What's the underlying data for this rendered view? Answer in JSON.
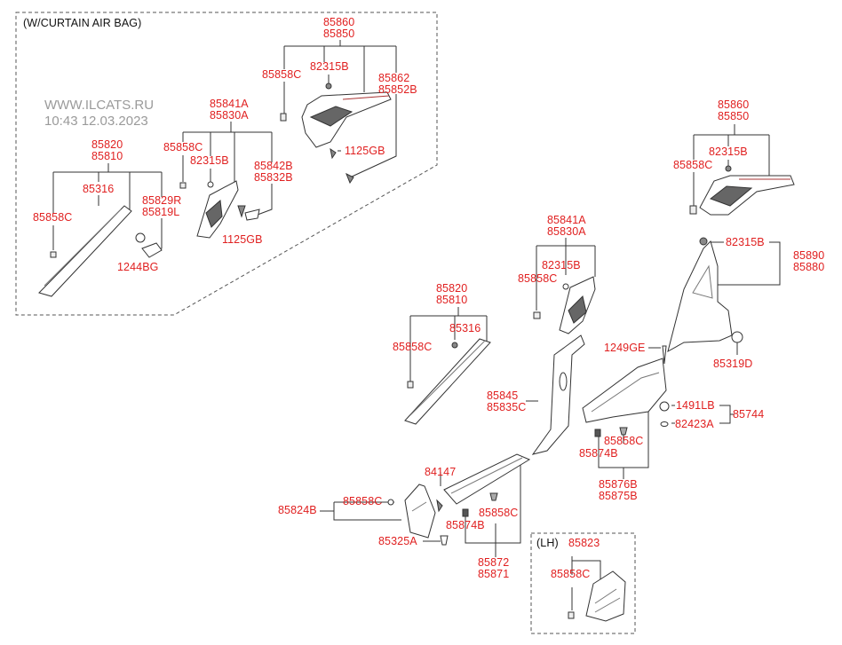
{
  "watermark": {
    "line1": "WWW.ILCATS.RU",
    "line2": "10:43 12.03.2023"
  },
  "boxes": {
    "curtain": "(W/CURTAIN AIR BAG)",
    "lh": "(LH)"
  },
  "labels": {
    "c_85860": "85860",
    "c_85850": "85850",
    "c_85858C_a": "85858C",
    "c_82315B_a": "82315B",
    "c_85862": "85862",
    "c_85852B": "85852B",
    "c_1125GB_a": "1125GB",
    "c_85841A": "85841A",
    "c_85830A": "85830A",
    "c_85858C_b": "85858C",
    "c_82315B_b": "82315B",
    "c_85842B": "85842B",
    "c_85832B": "85832B",
    "c_1125GB_b": "1125GB",
    "c_85820": "85820",
    "c_85810": "85810",
    "c_85316": "85316",
    "c_85858C_c": "85858C",
    "c_85829R": "85829R",
    "c_85819L": "85819L",
    "c_1244BG": "1244BG",
    "r_85860": "85860",
    "r_85850": "85850",
    "r_82315B_a": "82315B",
    "r_85858C_a": "85858C",
    "r_82315B_b": "82315B",
    "r_85890": "85890",
    "r_85880": "85880",
    "r_1249GE": "1249GE",
    "r_85319D": "85319D",
    "r_1491LB": "1491LB",
    "r_82423A": "82423A",
    "r_85744": "85744",
    "r_85841A": "85841A",
    "r_85830A": "85830A",
    "r_82315B_c": "82315B",
    "r_85858C_b": "85858C",
    "r_85820": "85820",
    "r_85810": "85810",
    "r_85316": "85316",
    "r_85858C_c": "85858C",
    "r_85845": "85845",
    "r_85835C": "85835C",
    "r_85858C_d": "85858C",
    "r_85874B_a": "85874B",
    "r_85876B": "85876B",
    "r_85875B": "85875B",
    "r_84147": "84147",
    "r_85824B": "85824B",
    "r_85858C_e": "85858C",
    "r_85874B_b": "85874B",
    "r_85858C_f": "85858C",
    "r_85325A": "85325A",
    "r_85872": "85872",
    "r_85871": "85871",
    "r_85823": "85823",
    "r_85858C_g": "85858C"
  },
  "colors": {
    "label": "#e02020",
    "line": "#333333",
    "part_fill": "#ffffff",
    "part_dark": "#555555"
  }
}
